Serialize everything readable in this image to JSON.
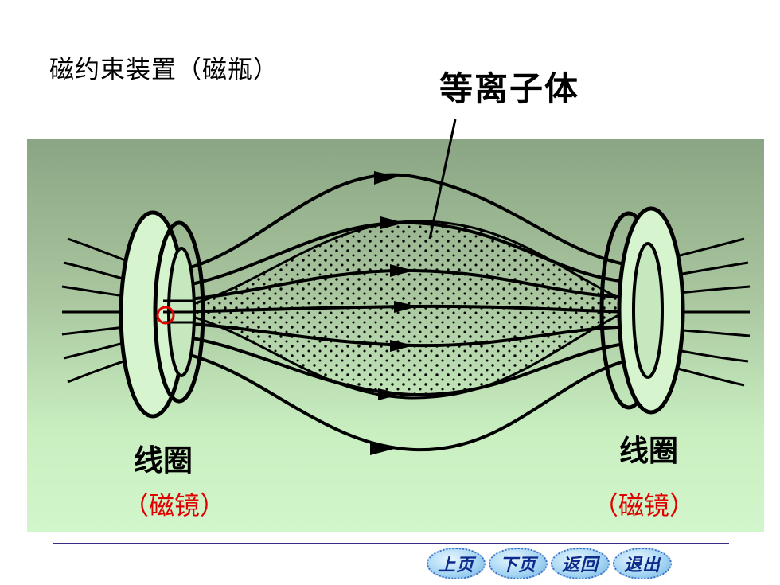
{
  "slide": {
    "title": "磁约束装置（磁瓶）"
  },
  "diagram": {
    "plasma_label": "等离子体",
    "left_coil": {
      "label": "线圈",
      "sublabel": "（磁镜）"
    },
    "right_coil": {
      "label": "线圈",
      "sublabel": "（磁镜）"
    },
    "colors": {
      "panel_top": "#8aa583",
      "panel_bottom": "#d2f6cb",
      "mirror_text": "#e00000",
      "marker": "#e00000"
    }
  },
  "nav": {
    "prev": "上页",
    "next": "下页",
    "back": "返回",
    "exit": "退出"
  }
}
